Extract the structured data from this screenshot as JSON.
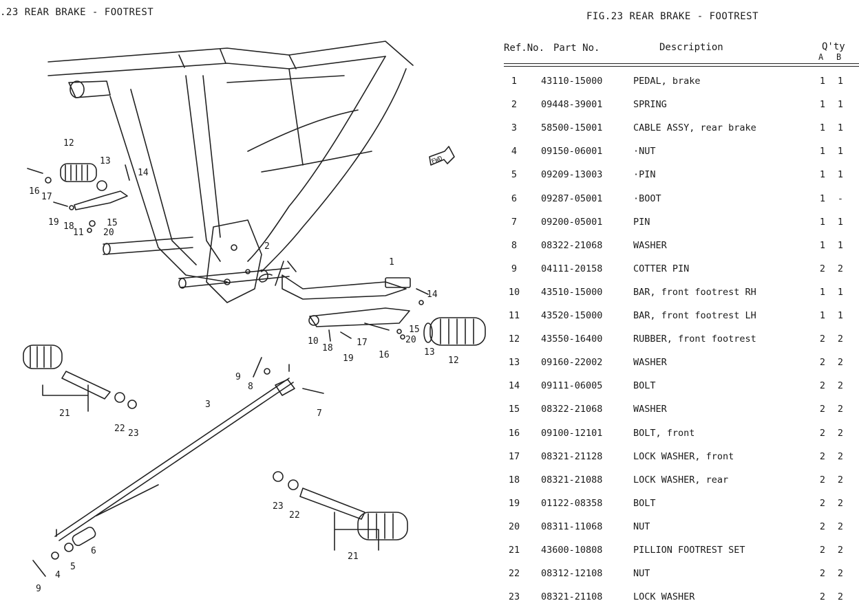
{
  "figure": {
    "left_title": ".23  REAR BRAKE - FOOTREST",
    "right_title": "FIG.23  REAR BRAKE - FOOTREST",
    "fwd_mark": "FWD"
  },
  "table": {
    "header": {
      "ref": "Ref.No.",
      "part": "Part   No.",
      "desc": "Description",
      "qty": "Q'ty",
      "col_a": "A",
      "col_b": "B"
    },
    "rows": [
      {
        "ref": "1",
        "part": "43110-15000",
        "desc": "PEDAL, brake",
        "a": "1",
        "b": "1"
      },
      {
        "ref": "2",
        "part": "09448-39001",
        "desc": "SPRING",
        "a": "1",
        "b": "1"
      },
      {
        "ref": "3",
        "part": "58500-15001",
        "desc": "CABLE ASSY, rear brake",
        "a": "1",
        "b": "1"
      },
      {
        "ref": "4",
        "part": "09150-06001",
        "desc": "·NUT",
        "a": "1",
        "b": "1"
      },
      {
        "ref": "5",
        "part": "09209-13003",
        "desc": "·PIN",
        "a": "1",
        "b": "1"
      },
      {
        "ref": "6",
        "part": "09287-05001",
        "desc": "·BOOT",
        "a": "1",
        "b": "-"
      },
      {
        "ref": "7",
        "part": "09200-05001",
        "desc": "PIN",
        "a": "1",
        "b": "1"
      },
      {
        "ref": "8",
        "part": "08322-21068",
        "desc": "WASHER",
        "a": "1",
        "b": "1"
      },
      {
        "ref": "9",
        "part": "04111-20158",
        "desc": "COTTER PIN",
        "a": "2",
        "b": "2"
      },
      {
        "ref": "10",
        "part": "43510-15000",
        "desc": "BAR, front footrest RH",
        "a": "1",
        "b": "1"
      },
      {
        "ref": "11",
        "part": "43520-15000",
        "desc": "BAR, front footrest LH",
        "a": "1",
        "b": "1"
      },
      {
        "ref": "12",
        "part": "43550-16400",
        "desc": "RUBBER, front footrest",
        "a": "2",
        "b": "2"
      },
      {
        "ref": "13",
        "part": "09160-22002",
        "desc": "WASHER",
        "a": "2",
        "b": "2"
      },
      {
        "ref": "14",
        "part": "09111-06005",
        "desc": "BOLT",
        "a": "2",
        "b": "2"
      },
      {
        "ref": "15",
        "part": "08322-21068",
        "desc": "WASHER",
        "a": "2",
        "b": "2"
      },
      {
        "ref": "16",
        "part": "09100-12101",
        "desc": "BOLT, front",
        "a": "2",
        "b": "2"
      },
      {
        "ref": "17",
        "part": "08321-21128",
        "desc": "LOCK WASHER, front",
        "a": "2",
        "b": "2"
      },
      {
        "ref": "18",
        "part": "08321-21088",
        "desc": "LOCK WASHER, rear",
        "a": "2",
        "b": "2"
      },
      {
        "ref": "19",
        "part": "01122-08358",
        "desc": "BOLT",
        "a": "2",
        "b": "2"
      },
      {
        "ref": "20",
        "part": "08311-11068",
        "desc": "NUT",
        "a": "2",
        "b": "2"
      },
      {
        "ref": "21",
        "part": "43600-10808",
        "desc": "PILLION FOOTREST SET",
        "a": "2",
        "b": "2"
      },
      {
        "ref": "22",
        "part": "08312-12108",
        "desc": "NUT",
        "a": "2",
        "b": "2"
      },
      {
        "ref": "23",
        "part": "08321-21108",
        "desc": "LOCK WASHER",
        "a": "2",
        "b": "2"
      }
    ]
  },
  "callouts": [
    {
      "id": "c1",
      "text": "1"
    },
    {
      "id": "c2",
      "text": "2"
    },
    {
      "id": "c3",
      "text": "3"
    },
    {
      "id": "c4",
      "text": "4"
    },
    {
      "id": "c5",
      "text": "5"
    },
    {
      "id": "c6",
      "text": "6"
    },
    {
      "id": "c7",
      "text": "7"
    },
    {
      "id": "c8",
      "text": "8"
    },
    {
      "id": "c9a",
      "text": "9"
    },
    {
      "id": "c9b",
      "text": "9"
    },
    {
      "id": "c10",
      "text": "10"
    },
    {
      "id": "c11",
      "text": "11"
    },
    {
      "id": "c12a",
      "text": "12"
    },
    {
      "id": "c12b",
      "text": "12"
    },
    {
      "id": "c13a",
      "text": "13"
    },
    {
      "id": "c13b",
      "text": "13"
    },
    {
      "id": "c14a",
      "text": "14"
    },
    {
      "id": "c14b",
      "text": "14"
    },
    {
      "id": "c15a",
      "text": "15"
    },
    {
      "id": "c15b",
      "text": "15"
    },
    {
      "id": "c16a",
      "text": "16"
    },
    {
      "id": "c16b",
      "text": "16"
    },
    {
      "id": "c17a",
      "text": "17"
    },
    {
      "id": "c17b",
      "text": "17"
    },
    {
      "id": "c18a",
      "text": "18"
    },
    {
      "id": "c18b",
      "text": "18"
    },
    {
      "id": "c19a",
      "text": "19"
    },
    {
      "id": "c19b",
      "text": "19"
    },
    {
      "id": "c20a",
      "text": "20"
    },
    {
      "id": "c20b",
      "text": "20"
    },
    {
      "id": "c21a",
      "text": "21"
    },
    {
      "id": "c21b",
      "text": "21"
    },
    {
      "id": "c22a",
      "text": "22"
    },
    {
      "id": "c22b",
      "text": "22"
    },
    {
      "id": "c23a",
      "text": "23"
    },
    {
      "id": "c23b",
      "text": "23"
    }
  ]
}
